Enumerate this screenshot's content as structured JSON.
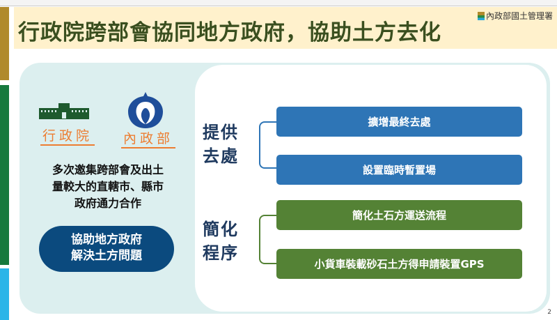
{
  "header": {
    "title": "行政院跨部會協同地方政府，協助土方去化",
    "brand": "內政部國土管理署"
  },
  "left": {
    "org1": "行政院",
    "org2": "內政部",
    "description": [
      "多次邀集跨部會及出土",
      "量較大的直轄市、縣市",
      "政府通力合作"
    ],
    "pill": [
      "協助地方政府",
      "解決土方問題"
    ]
  },
  "groups": [
    {
      "label": [
        "提供",
        "去處"
      ],
      "items": [
        "擴增最終去處",
        "設置臨時暫置場"
      ],
      "color": "#2e75b6"
    },
    {
      "label": [
        "簡化",
        "程序"
      ],
      "items": [
        "簡化土石方運送流程",
        "小貨車裝載砂石土方得申請裝置GPS"
      ],
      "color": "#548235"
    }
  ],
  "page_number": "2"
}
